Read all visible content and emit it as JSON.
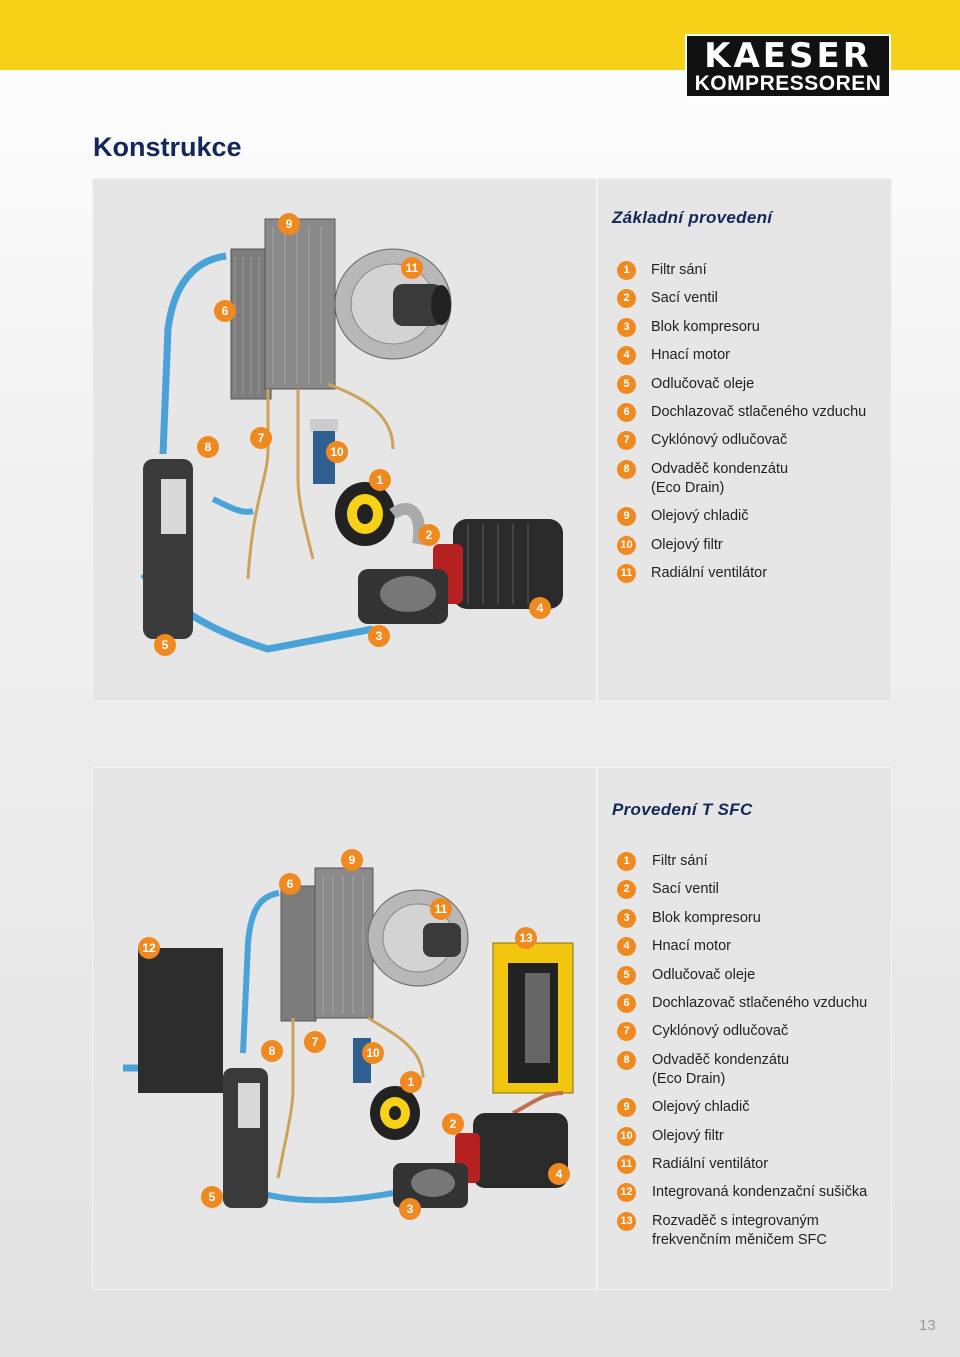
{
  "brand": {
    "line1": "KAESER",
    "line2": "KOMPRESSOREN"
  },
  "page_title": "Konstrukce",
  "page_number": "13",
  "colors": {
    "accent_yellow": "#f7d117",
    "badge_orange": "#f0891f",
    "title_navy": "#12285a",
    "pipe_blue": "#4aa3d8",
    "oil_pipe": "#c9a45a"
  },
  "section1": {
    "title": "Základní provedení",
    "items": [
      {
        "num": "1",
        "label": "Filtr sání"
      },
      {
        "num": "2",
        "label": "Sací ventil"
      },
      {
        "num": "3",
        "label": "Blok kompresoru"
      },
      {
        "num": "4",
        "label": "Hnací motor"
      },
      {
        "num": "5",
        "label": "Odlučovač oleje"
      },
      {
        "num": "6",
        "label": "Dochlazovač stlačeného vzduchu"
      },
      {
        "num": "7",
        "label": "Cyklónový odlučovač"
      },
      {
        "num": "8",
        "label": "Odvaděč kondenzátu (Eco Drain)"
      },
      {
        "num": "9",
        "label": "Olejový chladič"
      },
      {
        "num": "10",
        "label": "Olejový filtr"
      },
      {
        "num": "11",
        "label": "Radiální ventilátor"
      }
    ]
  },
  "section2": {
    "title": "Provedení T SFC",
    "items": [
      {
        "num": "1",
        "label": "Filtr sání"
      },
      {
        "num": "2",
        "label": "Sací ventil"
      },
      {
        "num": "3",
        "label": "Blok kompresoru"
      },
      {
        "num": "4",
        "label": "Hnací motor"
      },
      {
        "num": "5",
        "label": "Odlučovač oleje"
      },
      {
        "num": "6",
        "label": "Dochlazovač stlačeného vzduchu"
      },
      {
        "num": "7",
        "label": "Cyklónový odlučovač"
      },
      {
        "num": "8",
        "label": "Odvaděč kondenzátu (Eco Drain)"
      },
      {
        "num": "9",
        "label": "Olejový chladič"
      },
      {
        "num": "10",
        "label": "Olejový filtr"
      },
      {
        "num": "11",
        "label": "Radiální ventilátor"
      },
      {
        "num": "12",
        "label": "Integrovaná kondenzační sušička"
      },
      {
        "num": "13",
        "label": "Rozvaděč s integrovaným frekvenčním měničem SFC"
      }
    ]
  },
  "diagram1_callouts": [
    "9",
    "11",
    "6",
    "8",
    "7",
    "10",
    "1",
    "2",
    "4",
    "5",
    "3"
  ],
  "diagram2_callouts": [
    "9",
    "6",
    "11",
    "13",
    "12",
    "8",
    "7",
    "10",
    "1",
    "2",
    "4",
    "5",
    "3"
  ]
}
